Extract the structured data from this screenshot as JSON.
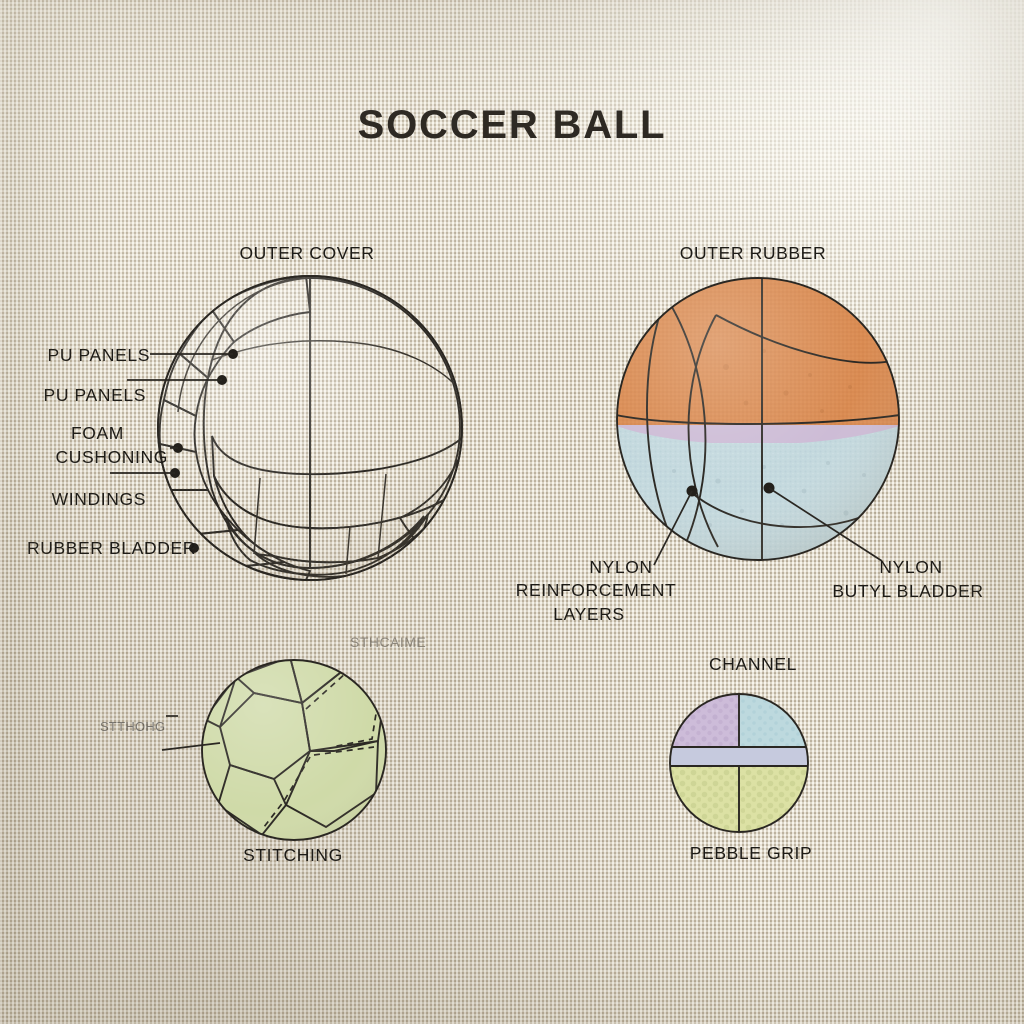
{
  "page": {
    "title": "SOCCER BALL",
    "background_color": "#d7cfbe",
    "ink_color": "#2a2722"
  },
  "diagrams": {
    "cutaway_soccer": {
      "heading": "OUTER COVER",
      "labels": [
        {
          "text": "PU PANELS"
        },
        {
          "text": "PU PANELS"
        },
        {
          "text": "FOAM"
        },
        {
          "text": "CUSHONING"
        },
        {
          "text": "WINDINGS"
        },
        {
          "text": "RUBBER BLADDER"
        }
      ],
      "layer_colors": {
        "outer_shell": "#f6f0d9",
        "panel_cream": "#f7f2e2",
        "panel_orange": "#eeb183",
        "inner_orange": "#ecb183",
        "inner_yellow": "#f7eeb2",
        "inner_blue": "#b9d8e6",
        "inner_green": "#cfd9a9"
      }
    },
    "cutaway_basketball": {
      "heading": "OUTER RUBBER",
      "labels": [
        {
          "text": "NYLON"
        },
        {
          "text": "REINFORCEMENT"
        },
        {
          "text": "LAYERS"
        },
        {
          "text": "NYLON"
        },
        {
          "text": "BUTYL BLADDER"
        }
      ],
      "layer_colors": {
        "outer_rubber": "#d98b52",
        "nylon_band": "#cdbcd6",
        "butyl_bladder": "#c4d9de"
      }
    },
    "stitching_ball": {
      "caption": "STITCHING",
      "label_left": "STTHOHG",
      "label_top": "STHCAIME",
      "panel_colors": {
        "cream": "#f7f2e2",
        "orange": "#efb183",
        "green": "#cfdaa8"
      }
    },
    "pebble_section": {
      "label_top": "CHANNEL",
      "caption": "PEBBLE GRIP",
      "quadrant_colors": {
        "top_left": "#cdbcd9",
        "top_right": "#bdd9de",
        "band": "#c6cade",
        "bottom": "#dce1a4"
      }
    }
  }
}
